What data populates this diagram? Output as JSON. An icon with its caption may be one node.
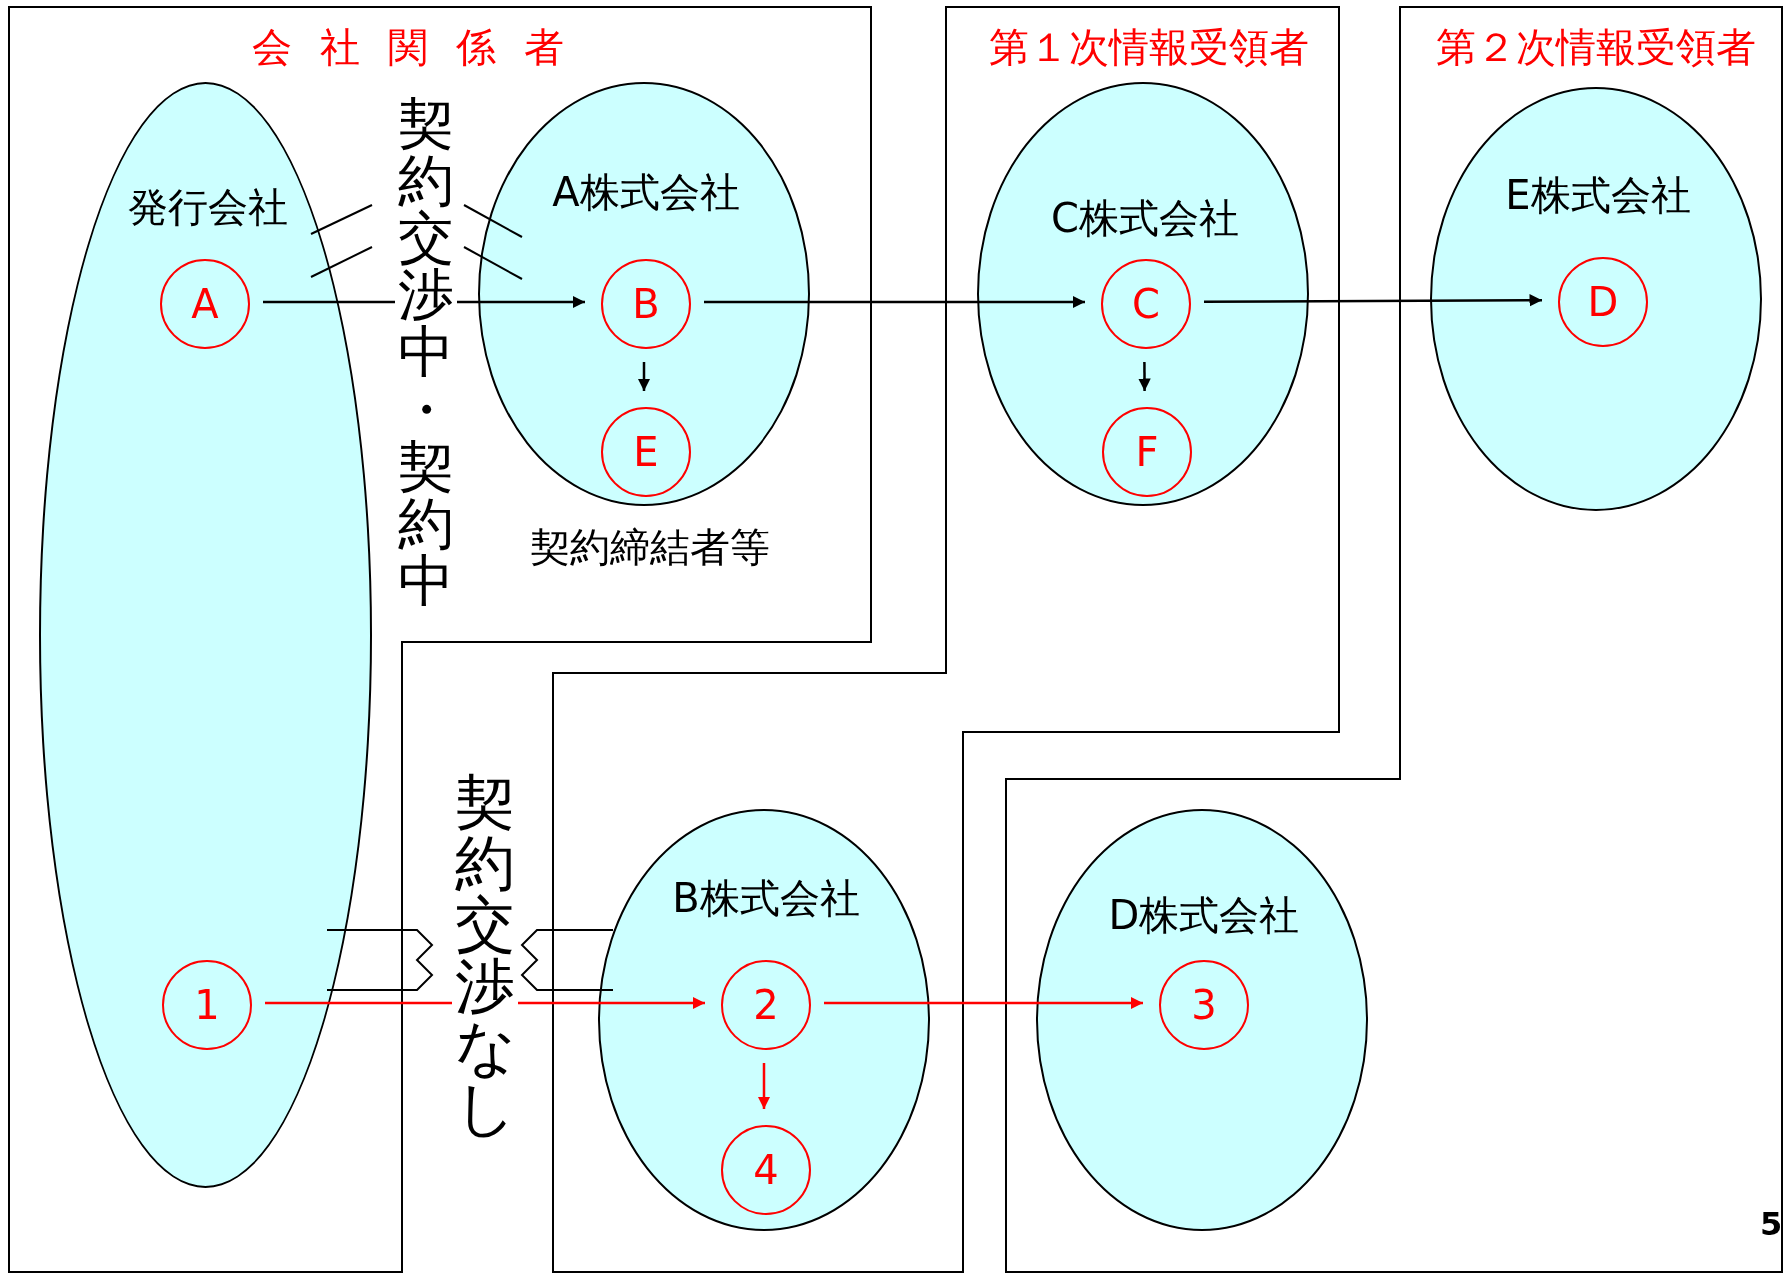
{
  "diagram": {
    "nodes": [
      {
        "text": [
          "会社関係者"
        ]
      },
      {
        "text": [
          "発行会社"
        ],
        "in": 0
      },
      {
        "text": [
          "A"
        ],
        "in": 1
      },
      {
        "text": [
          "1"
        ],
        "in": 1
      },
      {
        "text": [
          "A株式会社"
        ],
        "in": 0,
        "beside": [
          "契約締結者等"
        ]
      },
      {
        "text": [
          "B"
        ],
        "in": 4
      },
      {
        "text": [
          "E"
        ],
        "in": 4
      },
      {
        "text": [
          "第１次情報受領者"
        ]
      },
      {
        "text": [
          "C株式会社"
        ],
        "in": 7
      },
      {
        "text": [
          "C"
        ],
        "in": 8
      },
      {
        "text": [
          "F"
        ],
        "in": 8
      },
      {
        "text": [
          "B株式会社"
        ],
        "in": 7
      },
      {
        "text": [
          "2"
        ],
        "in": 11
      },
      {
        "text": [
          "4"
        ],
        "in": 11
      },
      {
        "text": [
          "第２次情報受領者"
        ]
      },
      {
        "text": [
          "E株式会社"
        ],
        "in": 14
      },
      {
        "text": [
          "D"
        ],
        "in": 15
      },
      {
        "text": [
          "D株式会社"
        ],
        "in": 14
      },
      {
        "text": [
          "3"
        ],
        "in": 17
      }
    ],
    "edges": [
      {
        "from": 2,
        "to": 5,
        "arrow": "to"
      },
      {
        "from": 5,
        "to": 6,
        "arrow": "to"
      },
      {
        "from": 5,
        "to": 9,
        "arrow": "to"
      },
      {
        "from": 9,
        "to": 10,
        "arrow": "to"
      },
      {
        "from": 9,
        "to": 16,
        "arrow": "to"
      },
      {
        "from": 3,
        "to": 12,
        "arrow": "to",
        "color": "#ff0000"
      },
      {
        "from": 12,
        "to": 13,
        "arrow": "to",
        "color": "#ff0000"
      },
      {
        "from": 12,
        "to": 18,
        "arrow": "to",
        "color": "#ff0000"
      }
    ],
    "labels": [
      "契約交渉中・契約中",
      "契約交渉なし",
      "5"
    ]
  }
}
